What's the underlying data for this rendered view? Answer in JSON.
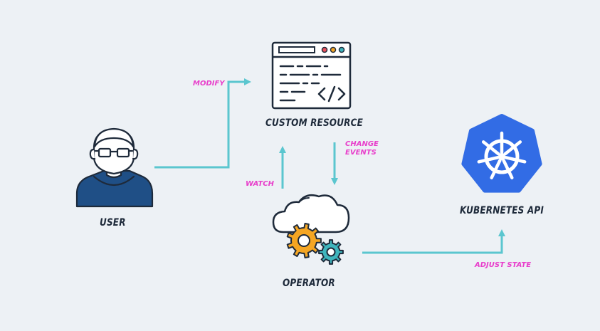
{
  "diagram": {
    "nodes": {
      "user": "USER",
      "custom_resource": "CUSTOM RESOURCE",
      "operator": "OPERATOR",
      "kubernetes_api": "KUBERNETES API"
    },
    "edges": {
      "modify": "MODIFY",
      "watch": "WATCH",
      "change_events_line1": "CHANGE",
      "change_events_line2": "EVENTS",
      "adjust_state": "ADJUST STATE"
    }
  },
  "colors": {
    "background": "#edf1f5",
    "arrow": "#5bc6cf",
    "edge_label": "#e83fcb",
    "outline": "#1e2a3a",
    "user_hoodie": "#1f4f86",
    "gear_large": "#f5a623",
    "gear_small": "#3fb5bd",
    "kubernetes_blue": "#326ce5"
  },
  "icons": {
    "user": "user-avatar-icon",
    "custom_resource": "code-window-icon",
    "operator": "cloud-gears-icon",
    "kubernetes_api": "kubernetes-logo-icon"
  }
}
